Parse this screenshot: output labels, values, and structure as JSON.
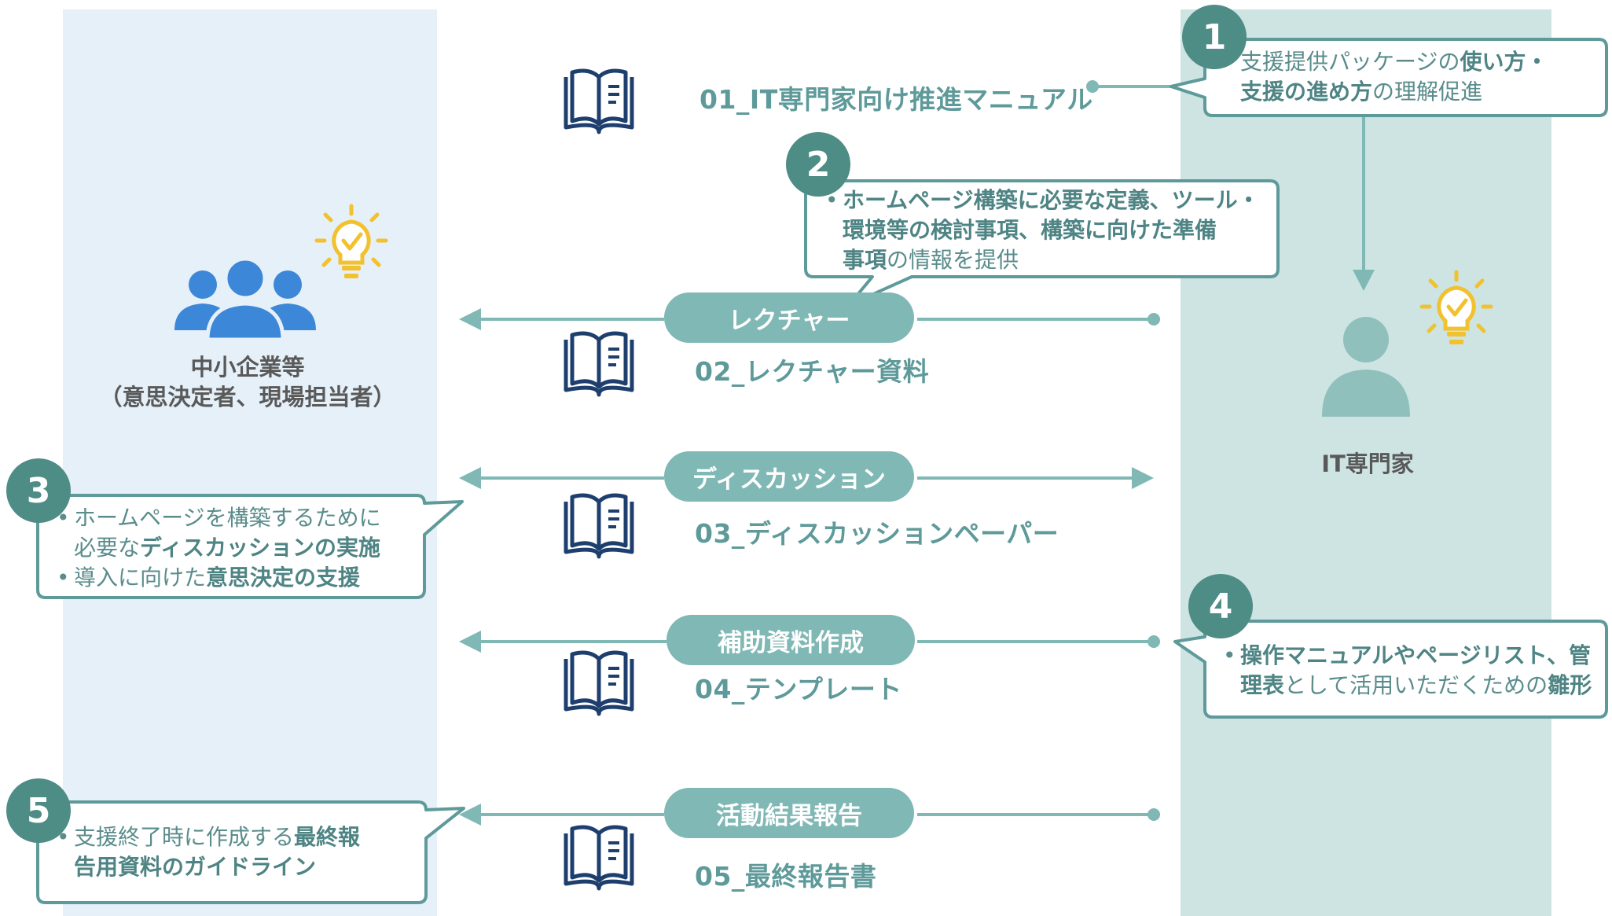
{
  "colors": {
    "teal": "#5f9a9a",
    "pill": "#7fb8b4",
    "badge": "#4e8c86",
    "leftLane": "#e5f0f9",
    "rightLane": "#cde4e3",
    "person": "#3d87d8",
    "bulb": "#f2c12e"
  },
  "actors": {
    "left": {
      "name": "中小企業等",
      "sub": "（意思決定者、現場担当者）",
      "icon": "group-icon"
    },
    "right": {
      "name": "IT専門家",
      "icon": "person-icon"
    }
  },
  "documents": [
    {
      "label": "01_IT専門家向け推進マニュアル",
      "icon": "book-icon"
    },
    {
      "label": "02_レクチャー資料",
      "icon": "book-icon"
    },
    {
      "label": "03_ディスカッションペーパー",
      "icon": "book-icon"
    },
    {
      "label": "04_テンプレート",
      "icon": "book-icon"
    },
    {
      "label": "05_最終報告書",
      "icon": "book-icon"
    }
  ],
  "flows": [
    {
      "label": "レクチャー",
      "direction": "to-left"
    },
    {
      "label": "ディスカッション",
      "direction": "both"
    },
    {
      "label": "補助資料作成",
      "direction": "to-left"
    },
    {
      "label": "活動結果報告",
      "direction": "to-left"
    }
  ],
  "callouts": [
    {
      "number": "1",
      "lines": [
        [
          {
            "t": "支援提供パッケージの",
            "b": false
          },
          {
            "t": "使い方・",
            "b": true
          }
        ],
        [
          {
            "t": "支援の進め方",
            "b": true
          },
          {
            "t": "の理解促進",
            "b": false
          }
        ]
      ]
    },
    {
      "number": "2",
      "lines": [
        [
          {
            "t": "ホームページ構築に必要な定義、ツール・",
            "b": true
          }
        ],
        [
          {
            "t": "環境等の検討事項、構築に向けた準備",
            "b": true
          }
        ],
        [
          {
            "t": "事項",
            "b": true
          },
          {
            "t": "の情報を提供",
            "b": false
          }
        ]
      ]
    },
    {
      "number": "3",
      "lines": [
        [
          {
            "t": "ホームページを構築するために",
            "b": false
          }
        ],
        [
          {
            "t": "必要な",
            "b": false
          },
          {
            "t": "ディスカッションの実施",
            "b": true
          }
        ],
        [
          {
            "t": "導入に向けた",
            "b": false
          },
          {
            "t": "意思決定の支援",
            "b": true
          }
        ]
      ]
    },
    {
      "number": "4",
      "lines": [
        [
          {
            "t": "操作マニュアルやページリスト、管",
            "b": true
          }
        ],
        [
          {
            "t": "理表",
            "b": true
          },
          {
            "t": "として活用いただくための",
            "b": false
          },
          {
            "t": "雛形",
            "b": true
          }
        ]
      ]
    },
    {
      "number": "5",
      "lines": [
        [
          {
            "t": "支援終了時に作成する",
            "b": false
          },
          {
            "t": "最終報",
            "b": true
          }
        ],
        [
          {
            "t": "告用資料のガイドライン",
            "b": true
          }
        ]
      ]
    }
  ],
  "bullet": "•"
}
